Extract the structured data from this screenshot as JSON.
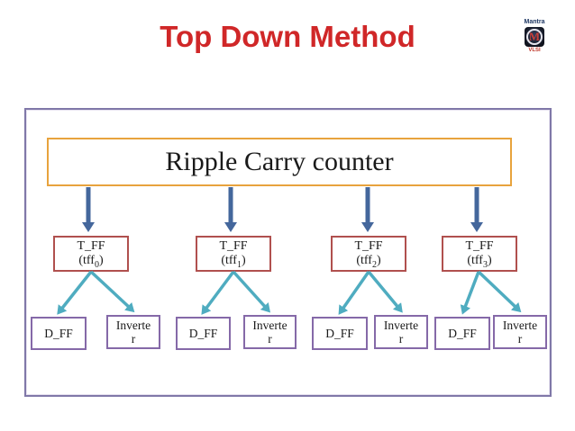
{
  "title": "Top Down Method",
  "logo": {
    "top_text": "Mantra",
    "letter": "M",
    "bottom_text": "VLSI"
  },
  "diagram": {
    "root_label": "Ripple Carry counter",
    "tff_nodes": [
      {
        "name": "T_FF",
        "instance_prefix": "(tff",
        "instance_sub": "0",
        "instance_suffix": ")",
        "children": {
          "dff": "D_FF",
          "inverter": "Inverte\nr"
        }
      },
      {
        "name": "T_FF",
        "instance_prefix": "(tff",
        "instance_sub": "1",
        "instance_suffix": ")",
        "children": {
          "dff": "D_FF",
          "inverter": "Inverte\nr"
        }
      },
      {
        "name": "T_FF",
        "instance_prefix": "(tff",
        "instance_sub": "2",
        "instance_suffix": ")",
        "children": {
          "dff": "D_FF",
          "inverter": "Inverte\nr"
        }
      },
      {
        "name": "T_FF",
        "instance_prefix": "(tff",
        "instance_sub": "3",
        "instance_suffix": ")",
        "children": {
          "dff": "D_FF",
          "inverter": "Inverte\nr"
        }
      }
    ]
  },
  "colors": {
    "title_red": "#d02728",
    "outer_border_purple": "#8078a8",
    "root_border_orange": "#e8a33d",
    "tff_border_red": "#b0504e",
    "leaf_border_purple": "#8569a8",
    "blue_arrow": "#44679c",
    "teal_arrow": "#4facc0"
  }
}
